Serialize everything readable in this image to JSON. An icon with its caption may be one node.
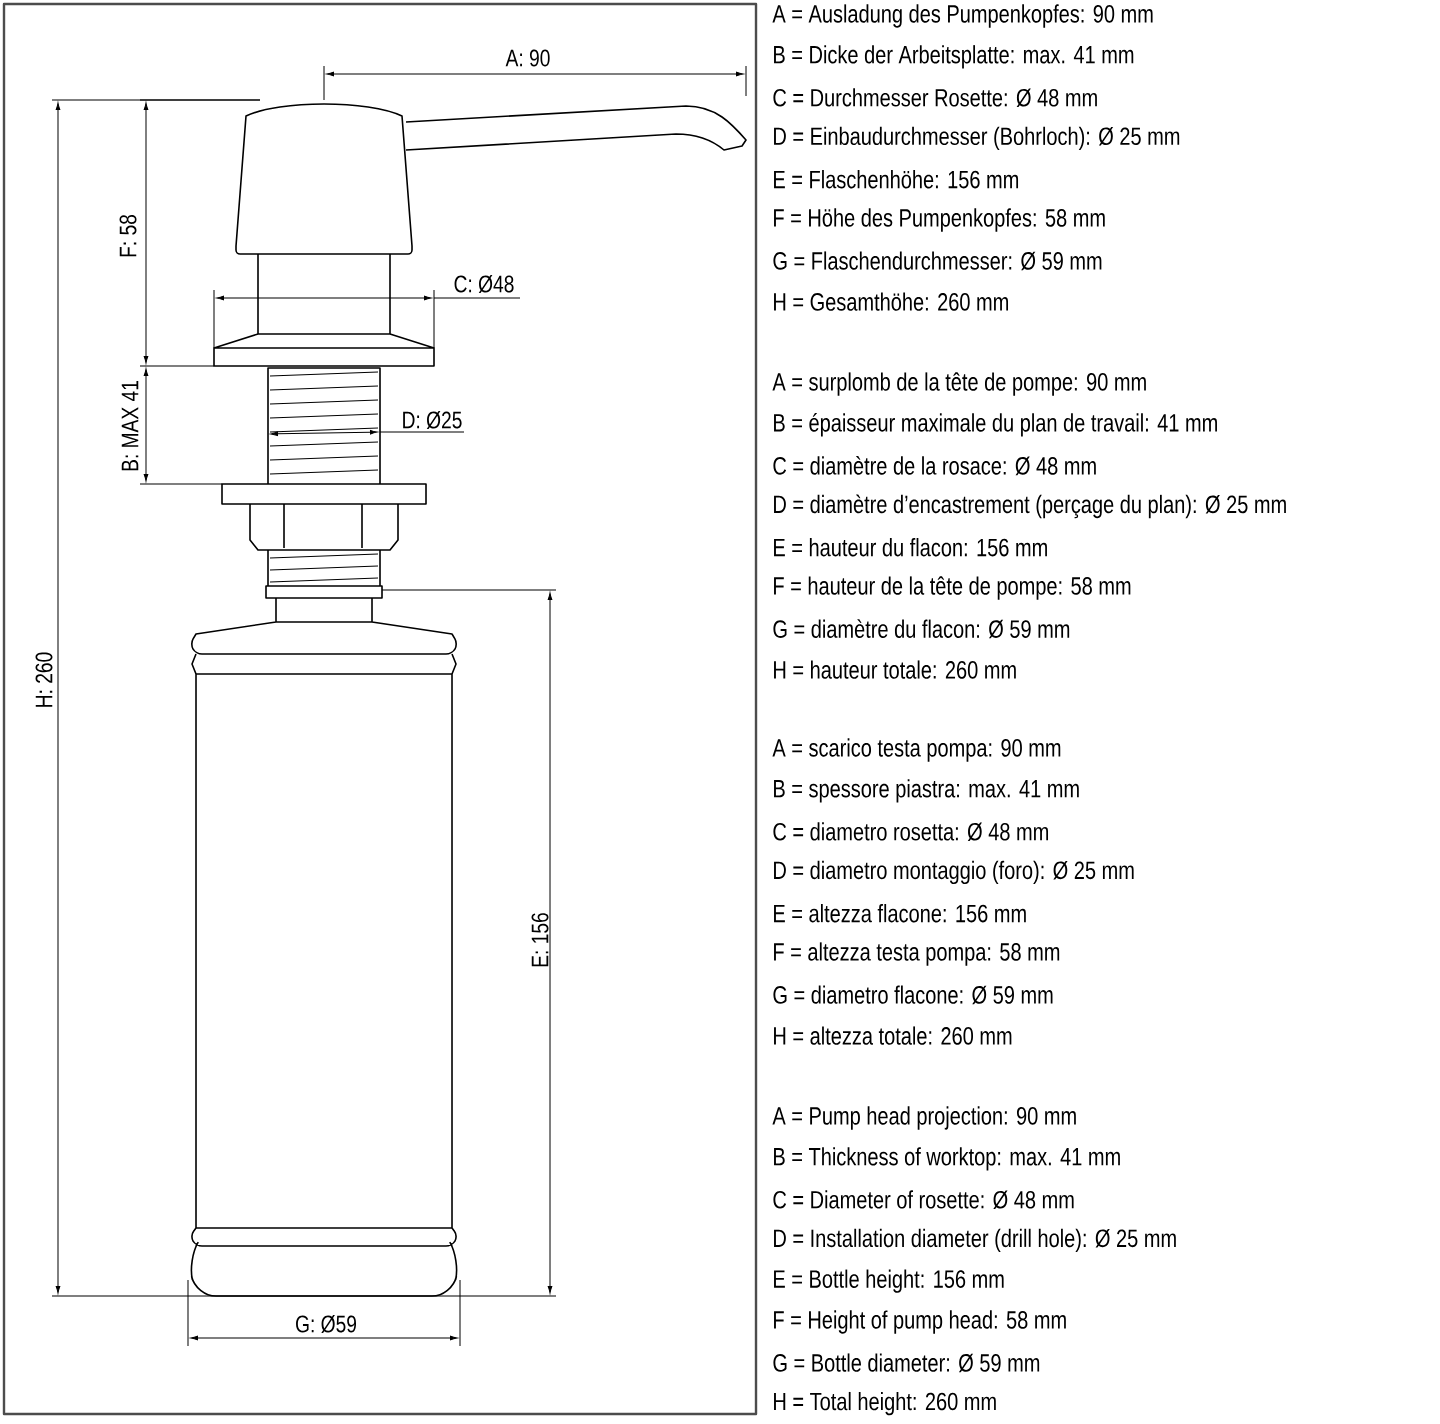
{
  "diagram": {
    "labels": [
      "A: 90",
      "F: 58",
      "C: Ø48",
      "B: MAX 41",
      "D: Ø25",
      "H: 260",
      "E: 156",
      "G: Ø59",
      "A = Ausladung des Pumpenkopfes: 90 mm",
      "B = Dicke der Arbeitsplatte: max. 41 mm",
      "C = Durchmesser Rosette: Ø 48 mm",
      "D = Einbaudurchmesser (Bohrloch): Ø 25 mm",
      "E = Flaschenhöhe: 156 mm",
      "F = Höhe des Pumpenkopfes: 58 mm",
      "G = Flaschendurchmesser: Ø 59 mm",
      "H = Gesamthöhe: 260 mm",
      "A = surplomb de la tête de pompe: 90 mm",
      "B = épaisseur maximale du plan de travail: 41 mm",
      "C = diamètre de la rosace: Ø 48 mm",
      "D = diamètre d’encastrement (perçage du plan): Ø 25 mm",
      "E = hauteur du flacon: 156 mm",
      "F = hauteur de la tête de pompe: 58 mm",
      "G = diamètre du flacon: Ø 59 mm",
      "H = hauteur totale: 260 mm",
      "A = scarico testa pompa: 90 mm",
      "B = spessore piastra: max. 41 mm",
      "C = diametro rosetta: Ø 48 mm",
      "D = diametro montaggio (foro): Ø 25 mm",
      "E = altezza flacone: 156 mm",
      "F = altezza testa pompa: 58 mm",
      "G = diametro flacone: Ø 59 mm",
      "H = altezza totale: 260 mm",
      "A = Pump head projection: 90 mm",
      "B = Thickness of worktop: max. 41 mm",
      "C = Diameter of rosette: Ø 48 mm",
      "D = Installation diameter (drill hole): Ø 25 mm",
      "E = Bottle height: 156 mm",
      "F = Height of pump head: 58 mm",
      "G = Bottle diameter: Ø 59 mm",
      "H = Total height: 260 mm"
    ]
  }
}
